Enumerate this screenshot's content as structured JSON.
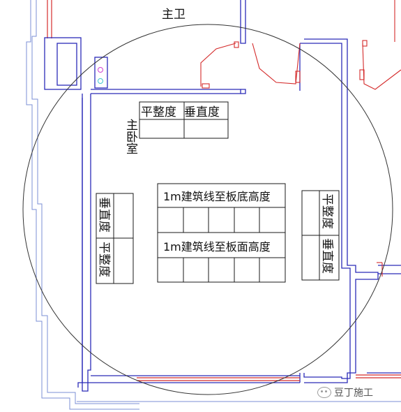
{
  "labels": {
    "master_bath": "主卫",
    "master_bedroom": "主卧室",
    "flatness_top": "平整度",
    "verticality_top": "垂直度",
    "left_table_verticality": "垂直度",
    "left_table_flatness": "平整度",
    "right_table_flatness": "平整度",
    "right_table_verticality": "垂直度",
    "center_table_bottom_height": "1m建筑线至板底高度",
    "center_table_surface_height": "1m建筑线至板面高度"
  },
  "watermark": "豆丁施工",
  "colors": {
    "wall": "#2b2bb8",
    "door": "#d42a2a",
    "grid": "#1a1a1a",
    "circle": "#333333",
    "faint": "#7b8fd6"
  }
}
